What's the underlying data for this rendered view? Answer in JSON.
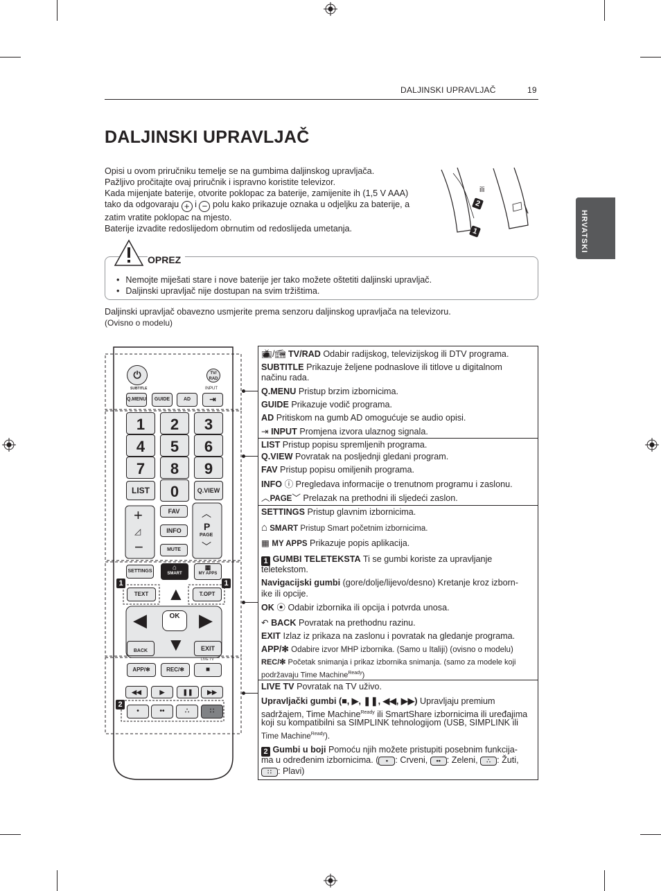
{
  "header": {
    "section": "DALJINSKI UPRAVLJAČ",
    "page_number": "19"
  },
  "title": "DALJINSKI UPRAVLJAČ",
  "side_tab": "HRVATSKI",
  "intro": {
    "l1": "Opisi u ovom priručniku temelje se na gumbima daljinskog upravljača.",
    "l2": "Pažljivo pročitajte ovaj priručnik i ispravno koristite televizor.",
    "l3": "Kada mijenjate baterije, otvorite poklopac za baterije, zamijenite ih (1,5 V AAA)",
    "l4a": "tako da odgovaraju",
    "l4b": "i",
    "l4c": "polu kako prikazuje oznaka u odjeljku za baterije, a",
    "l5": "zatim vratite poklopac na mjesto.",
    "l6": "Baterije izvadite redoslijedom obrnutim od redoslijeda umetanja."
  },
  "battery_illustration": {
    "or_label": "ili",
    "step1": "1",
    "step2": "2"
  },
  "caution": {
    "title": "OPREZ",
    "item1": "Nemojte miješati stare i nove baterije jer tako možete oštetiti daljinski upravljač.",
    "item2": "Daljinski upravljač nije dostupan na svim tržištima."
  },
  "note": {
    "l1": "Daljinski upravljač obavezno usmjerite prema senzoru daljinskog upravljača na televizoru.",
    "l2": "(Ovisno o modelu)"
  },
  "remote": {
    "power": "⏻",
    "tvrad": "TV/ RAD",
    "subtitle": "SUBTITLE",
    "input_label": "INPUT",
    "qmenu": "Q.MENU",
    "guide": "GUIDE",
    "ad": "AD",
    "n1": "1",
    "n2": "2",
    "n3": "3",
    "n4": "4",
    "n5": "5",
    "n6": "6",
    "n7": "7",
    "n8": "8",
    "n9": "9",
    "n0": "0",
    "list": "LIST",
    "qview": "Q.VIEW",
    "fav": "FAV",
    "info": "INFO",
    "mute": "MUTE",
    "p": "P",
    "page": "PAGE",
    "settings": "SETTINGS",
    "smart": "SMART",
    "myapps": "MY APPS",
    "text": "TEXT",
    "topt": "T.OPT",
    "ok": "OK",
    "back": "BACK",
    "exit": "EXIT",
    "app": "APP/✻",
    "rec": "REC/✻",
    "livetv": "LIVE TV",
    "badge1": "1",
    "badge2": "2"
  },
  "desc": {
    "s1": {
      "tvrad_b": "TV/RAD",
      "tvrad_t": " Odabir radijskog, televizijskog ili DTV programa.",
      "sub_b": "SUBTITLE",
      "sub_t": " Prikazuje željene podnaslove ili titlove u digitalnom",
      "sub_t2": "načinu rada.",
      "qm_b": "Q.MENU",
      "qm_t": " Pristup brzim izbornicima.",
      "gd_b": "GUIDE",
      "gd_t": " Prikazuje vodič programa.",
      "ad_b": "AD",
      "ad_t": " Pritiskom na gumb AD omogućuje se audio opisi.",
      "in_b": "INPUT",
      "in_t": " Promjena izvora ulaznog signala."
    },
    "s2": {
      "list_b": "LIST",
      "list_t": " Pristup popisu spremljenih programa.",
      "qv_b": "Q.VIEW",
      "qv_t": " Povratak na posljednji gledani program.",
      "fav_b": "FAV",
      "fav_t": " Pristup popisu omiljenih programa.",
      "info_b": "INFO",
      "info_t": " Pregledava informacije o trenutnom programu i zaslonu.",
      "page_b": "PAGE",
      "page_t": " Prelazak na prethodni ili sljedeći zaslon."
    },
    "s3": {
      "set_b": "SETTINGS",
      "set_t": " Pristup glavnim izbornicima.",
      "smart_b": "SMART",
      "smart_t": " Pristup Smart početnim izbornicima.",
      "apps_b": "MY APPS",
      "apps_t": " Prikazuje popis aplikacija.",
      "tt_num": "1",
      "tt_b": "GUMBI TELETEKSTA",
      "tt_t": " Ti se gumbi koriste za upravljanje",
      "tt_t2": "teletekstom.",
      "nav_b": "Navigacijski gumbi",
      "nav_t": " (gore/dolje/lijevo/desno) Kretanje kroz izborn-",
      "nav_t2": "ike ili opcije.",
      "ok_b": "OK",
      "ok_t": " Odabir izbornika ili opcija i potvrda unosa.",
      "back_b": "BACK",
      "back_t": " Povratak na prethodnu razinu.",
      "exit_b": "EXIT",
      "exit_t": " Izlaz iz prikaza na zaslonu i povratak na gledanje programa.",
      "app_b": "APP/✻",
      "app_t": " Odabire izvor MHP izbornika. (Samo u Italiji) (ovisno o modelu)",
      "rec_b": "REC/✻",
      "rec_t": " Početak snimanja i prikaz izbornika snimanja. (samo za modele koji",
      "rec_t2": "podržavaju Time Machine",
      "ready": "Ready",
      "rec_t3": ")"
    },
    "s4": {
      "live_b": "LIVE TV",
      "live_t": " Povratak na TV uživo.",
      "ctrl_b": "Upravljački gumbi",
      "ctrl_sym": " (■, ▶, ❚❚, ◀◀, ▶▶)",
      "ctrl_t": " Upravljaju premium",
      "ctrl_t2": "sadržajem, Time Machine",
      "ready": "Ready",
      "ctrl_t3": " ili SmartShare izbornicima ili uređajima",
      "ctrl_t4": "koji su kompatibilni sa SIMPLINK tehnologijom (USB, SIMPLINK ili",
      "ctrl_t5": "Time Machine",
      "ctrl_t6": ").",
      "col_num": "2",
      "col_b": "Gumbi u boji",
      "col_t": " Pomoću njih možete pristupiti posebnim funkcija-",
      "col_t2": "ma u određenim izbornicima. (",
      "red": ": Crveni, ",
      "green": ": Zeleni, ",
      "yellow": ": Žuti,",
      "blue": ": Plavi)"
    }
  }
}
